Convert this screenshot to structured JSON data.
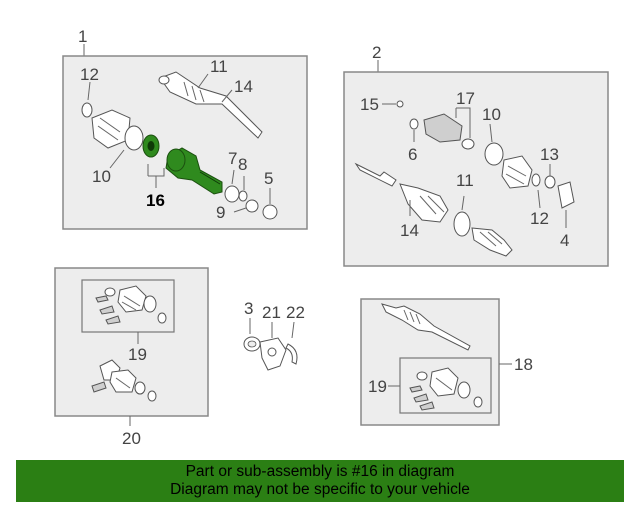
{
  "callouts": {
    "c1": "1",
    "c2": "2",
    "c3": "3",
    "c4": "4",
    "c5": "5",
    "c6": "6",
    "c7": "7",
    "c8": "8",
    "c9": "9",
    "c10a": "10",
    "c10b": "10",
    "c11a": "11",
    "c11b": "11",
    "c12a": "12",
    "c12b": "12",
    "c13": "13",
    "c14a": "14",
    "c14b": "14",
    "c15": "15",
    "c16": "16",
    "c17": "17",
    "c18": "18",
    "c19a": "19",
    "c19b": "19",
    "c20": "20",
    "c21": "21",
    "c22": "22"
  },
  "banner": {
    "line1": "Part or sub-assembly is #16 in diagram",
    "line2": "Diagram may not be specific to your vehicle"
  },
  "colors": {
    "highlight": "#2b7f14",
    "box_fill": "#ededed"
  }
}
